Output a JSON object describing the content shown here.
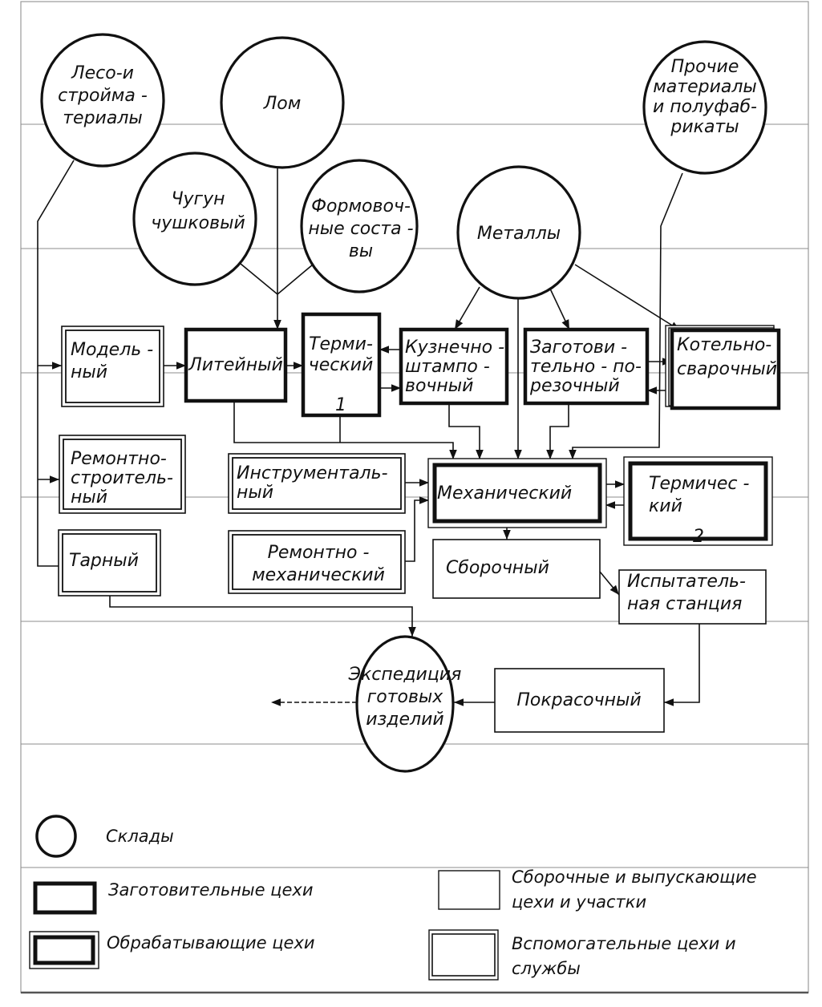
{
  "title": "Схема производственного процесса машиностроительного завода",
  "colors": {
    "ink": "#111111",
    "frame": "#9a9a9a",
    "rule": "#8c8c8c",
    "background": "#ffffff"
  },
  "warehouses": [
    {
      "id": "wood",
      "lines": [
        "Лесо-и",
        "стройма -",
        "териалы"
      ]
    },
    {
      "id": "scrap",
      "lines": [
        "Лом"
      ]
    },
    {
      "id": "other",
      "lines": [
        "Прочие",
        "материалы",
        "и полуфаб-",
        "рикаты"
      ]
    },
    {
      "id": "pigiron",
      "lines": [
        "Чугун",
        "чушковый"
      ]
    },
    {
      "id": "molding",
      "lines": [
        "Формовоч-",
        "ные соста -",
        "вы"
      ]
    },
    {
      "id": "metals",
      "lines": [
        "Металлы"
      ]
    },
    {
      "id": "shipping",
      "lines": [
        "Экспедиция",
        "готовых",
        "изделий"
      ]
    }
  ],
  "shops": [
    {
      "id": "pattern",
      "type": "auxiliary",
      "lines": [
        "Модель -",
        "ный"
      ]
    },
    {
      "id": "foundry",
      "type": "procurement",
      "lines": [
        "Литейный"
      ]
    },
    {
      "id": "heat1",
      "type": "procurement",
      "lines": [
        "Терми-",
        "ческий",
        "1"
      ]
    },
    {
      "id": "forge",
      "type": "procurement",
      "lines": [
        "Кузнечно -",
        "штампо -",
        "вочный"
      ]
    },
    {
      "id": "cutting",
      "type": "procurement",
      "lines": [
        "Заготови -",
        "тельно - по-",
        "резочный"
      ]
    },
    {
      "id": "boiler",
      "type": "procurement",
      "lines": [
        "Котельно-",
        "сварочный"
      ]
    },
    {
      "id": "repairbuild",
      "type": "auxiliary",
      "lines": [
        "Ремонтно-",
        "строитель-",
        "ный"
      ]
    },
    {
      "id": "tool",
      "type": "auxiliary",
      "lines": [
        "Инструменталь-",
        "ный"
      ]
    },
    {
      "id": "mech",
      "type": "processing",
      "lines": [
        "Механический"
      ]
    },
    {
      "id": "heat2",
      "type": "processing",
      "lines": [
        "Термичес -",
        "кий",
        "2"
      ]
    },
    {
      "id": "tare",
      "type": "auxiliary",
      "lines": [
        "Тарный"
      ]
    },
    {
      "id": "repairmech",
      "type": "auxiliary",
      "lines": [
        "Ремонтно -",
        "механический"
      ]
    },
    {
      "id": "assembly",
      "type": "assembly",
      "lines": [
        "Сборочный"
      ]
    },
    {
      "id": "testing",
      "type": "assembly",
      "lines": [
        "Испытатель-",
        "ная станция"
      ]
    },
    {
      "id": "painting",
      "type": "assembly",
      "lines": [
        "Покрасочный"
      ]
    }
  ],
  "flows": [
    {
      "from": "wood",
      "to": "pattern"
    },
    {
      "from": "wood",
      "to": "repairbuild"
    },
    {
      "from": "wood",
      "to": "tare"
    },
    {
      "from": "scrap",
      "to": "foundry"
    },
    {
      "from": "pigiron",
      "to": "foundry"
    },
    {
      "from": "molding",
      "to": "foundry"
    },
    {
      "from": "metals",
      "to": "forge"
    },
    {
      "from": "metals",
      "to": "mech"
    },
    {
      "from": "metals",
      "to": "cutting"
    },
    {
      "from": "metals",
      "to": "boiler"
    },
    {
      "from": "other",
      "to": "mech"
    },
    {
      "from": "pattern",
      "to": "foundry"
    },
    {
      "from": "foundry",
      "to": "heat1"
    },
    {
      "from": "forge",
      "to": "heat1"
    },
    {
      "from": "heat1",
      "to": "forge"
    },
    {
      "from": "cutting",
      "to": "boiler"
    },
    {
      "from": "boiler",
      "to": "cutting"
    },
    {
      "from": "foundry",
      "to": "mech"
    },
    {
      "from": "heat1",
      "to": "mech"
    },
    {
      "from": "forge",
      "to": "mech"
    },
    {
      "from": "cutting",
      "to": "mech"
    },
    {
      "from": "tool",
      "to": "mech"
    },
    {
      "from": "repairmech",
      "to": "mech"
    },
    {
      "from": "mech",
      "to": "heat2"
    },
    {
      "from": "heat2",
      "to": "mech"
    },
    {
      "from": "mech",
      "to": "assembly"
    },
    {
      "from": "assembly",
      "to": "testing"
    },
    {
      "from": "testing",
      "to": "painting"
    },
    {
      "from": "painting",
      "to": "shipping"
    },
    {
      "from": "tare",
      "to": "shipping"
    },
    {
      "from": "shipping",
      "to": "outside"
    }
  ],
  "legend": [
    {
      "type": "warehouse",
      "lines": [
        "Склады"
      ]
    },
    {
      "type": "procurement",
      "lines": [
        "Заготовительные  цехи"
      ]
    },
    {
      "type": "processing",
      "lines": [
        "Обрабатывающие  цехи"
      ]
    },
    {
      "type": "assembly",
      "lines": [
        "Сборочные  и  выпускающие",
        "цехи   и  участки"
      ]
    },
    {
      "type": "auxiliary",
      "lines": [
        "Вспомогательные цехи   и",
        "службы"
      ]
    }
  ]
}
